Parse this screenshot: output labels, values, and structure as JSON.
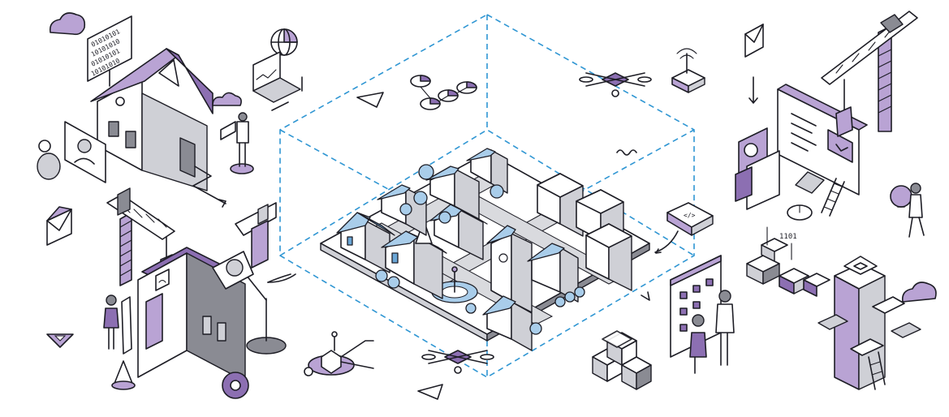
{
  "scene": {
    "binary_text": [
      "01010101",
      "10101010",
      "01010101",
      "10101010"
    ],
    "bits_label": "1101",
    "palette": {
      "line": "#1d1d25",
      "purple_light": "#b9a3d4",
      "purple_dark": "#8c6fb2",
      "blue_light": "#a9cdea",
      "blue_dark": "#6aa6d6",
      "dashed_cube": "#2f96d3",
      "grey_light": "#cfd0d6",
      "grey_dark": "#8a8b93"
    }
  }
}
